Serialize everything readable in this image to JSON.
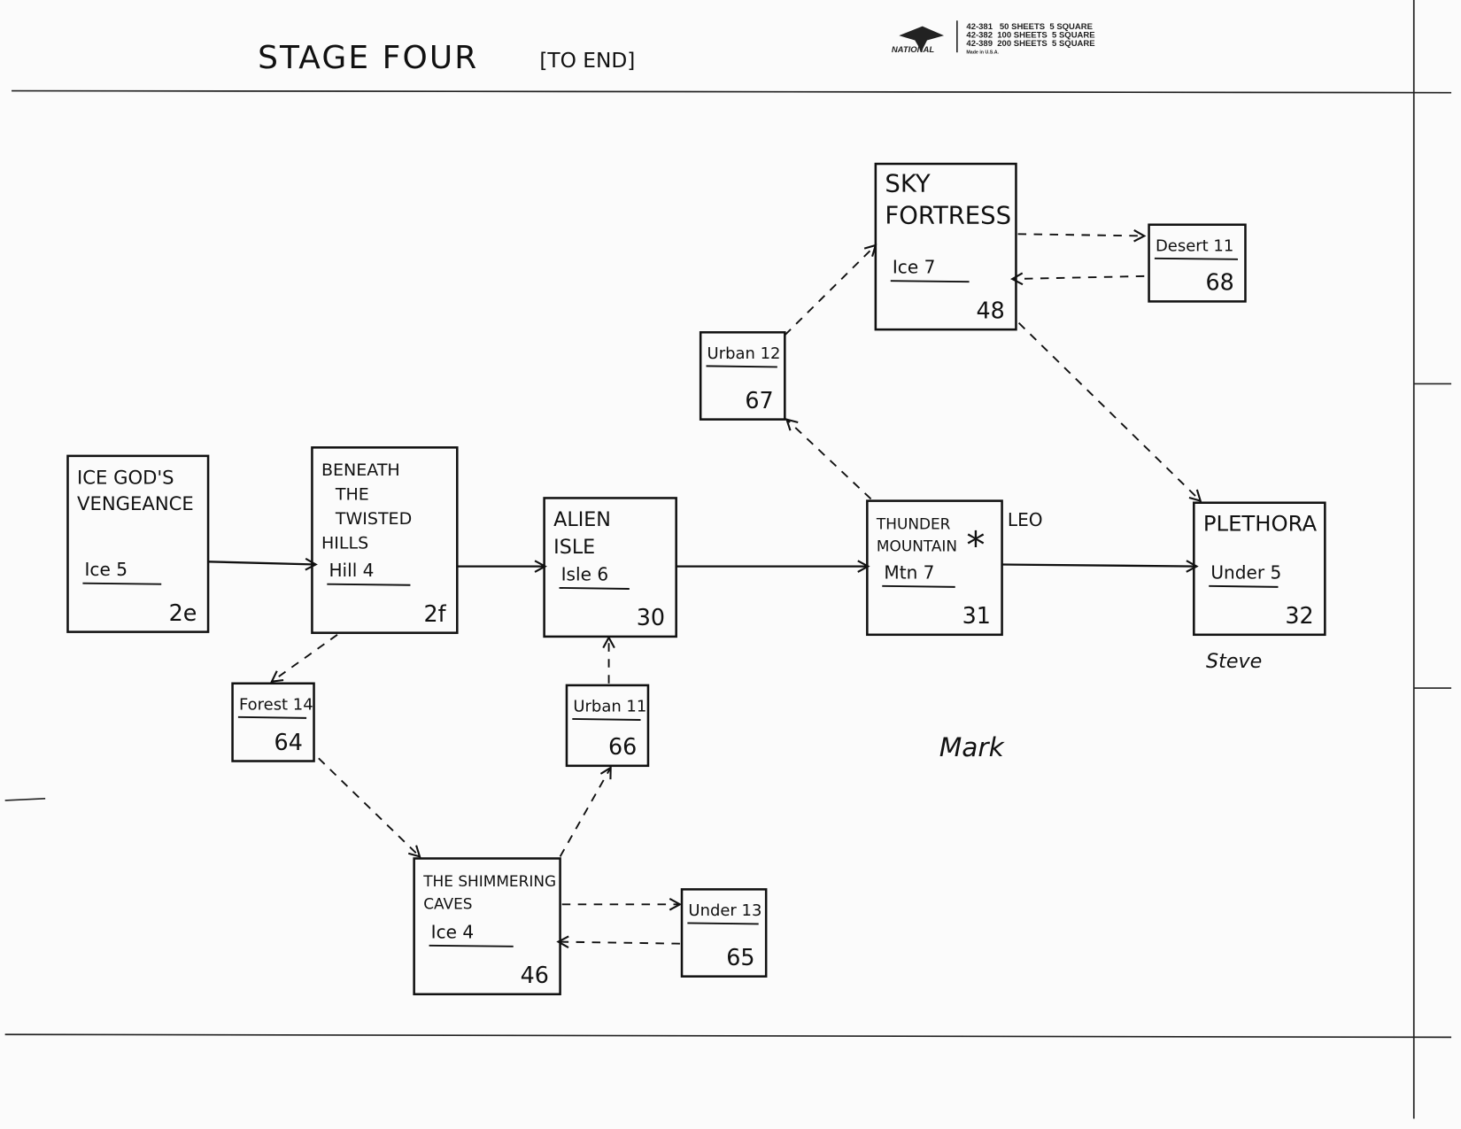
{
  "header": {
    "title": "STAGE FOUR",
    "subtitle": "[TO END]"
  },
  "logo": {
    "brand": "NATIONAL",
    "lines": [
      "42-381   50 SHEETS  5 SQUARE",
      "42-382  100 SHEETS  5 SQUARE",
      "42-389  200 SHEETS  5 SQUARE"
    ],
    "made_in": "Made in U.S.A."
  },
  "nodes": [
    {
      "id": "ice-gods-vengeance",
      "title": [
        "ICE GOD'S",
        "VENGEANCE"
      ],
      "code": "Ice 5",
      "number": "2e"
    },
    {
      "id": "beneath-the-twisted-hills",
      "title": [
        "BENEATH",
        "THE",
        "TWISTED",
        "HILLS"
      ],
      "code": "Hill 4",
      "number": "2f"
    },
    {
      "id": "alien-isle",
      "title": [
        "ALIEN",
        "ISLE"
      ],
      "code": "Isle 6",
      "number": "30"
    },
    {
      "id": "thunder-mountain",
      "title": [
        "THUNDER",
        "MOUNTAIN"
      ],
      "code": "Mtn 7",
      "number": "31"
    },
    {
      "id": "plethora",
      "title": [
        "PLETHORA"
      ],
      "code": "Under 5",
      "number": "32"
    },
    {
      "id": "sky-fortress",
      "title": [
        "SKY",
        "FORTRESS"
      ],
      "code": "Ice 7",
      "number": "48"
    },
    {
      "id": "desert-11",
      "title": [],
      "code": "Desert 11",
      "number": "68"
    },
    {
      "id": "urban-12",
      "title": [],
      "code": "Urban 12",
      "number": "67"
    },
    {
      "id": "forest-14",
      "title": [],
      "code": "Forest 14",
      "number": "64"
    },
    {
      "id": "urban-11",
      "title": [],
      "code": "Urban 11",
      "number": "66"
    },
    {
      "id": "the-shimmering-caves",
      "title": [
        "THE SHIMMERING",
        "CAVES"
      ],
      "code": "Ice 4",
      "number": "46"
    },
    {
      "id": "under-13",
      "title": [],
      "code": "Under 13",
      "number": "65"
    }
  ],
  "edges": [
    {
      "from": "ice-gods-vengeance",
      "to": "beneath-the-twisted-hills",
      "style": "solid"
    },
    {
      "from": "beneath-the-twisted-hills",
      "to": "alien-isle",
      "style": "solid"
    },
    {
      "from": "alien-isle",
      "to": "thunder-mountain",
      "style": "solid"
    },
    {
      "from": "thunder-mountain",
      "to": "plethora",
      "style": "solid"
    },
    {
      "from": "beneath-the-twisted-hills",
      "to": "forest-14",
      "style": "dashed"
    },
    {
      "from": "forest-14",
      "to": "the-shimmering-caves",
      "style": "dashed"
    },
    {
      "from": "the-shimmering-caves",
      "to": "urban-11",
      "style": "dashed"
    },
    {
      "from": "urban-11",
      "to": "alien-isle",
      "style": "dashed"
    },
    {
      "from": "thunder-mountain",
      "to": "urban-12",
      "style": "dashed"
    },
    {
      "from": "urban-12",
      "to": "sky-fortress",
      "style": "dashed"
    },
    {
      "from": "sky-fortress",
      "to": "desert-11",
      "style": "dashed"
    },
    {
      "from": "desert-11",
      "to": "sky-fortress",
      "style": "dashed"
    },
    {
      "from": "sky-fortress",
      "to": "plethora",
      "style": "dashed"
    },
    {
      "from": "the-shimmering-caves",
      "to": "under-13",
      "style": "dashed"
    },
    {
      "from": "under-13",
      "to": "the-shimmering-caves",
      "style": "dashed"
    }
  ],
  "annotations": {
    "leo": "LEO",
    "star": "*",
    "steve": "Steve",
    "mark": "Mark"
  }
}
